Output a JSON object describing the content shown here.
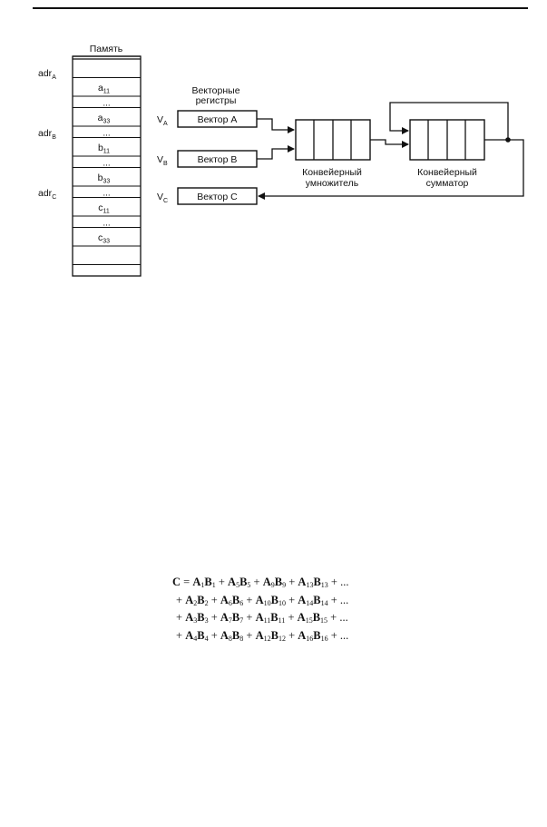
{
  "memory": {
    "title": "Память",
    "cells": [
      "a",
      "...",
      "a",
      "...",
      "b",
      "...",
      "b",
      "...",
      "c",
      "...",
      "c"
    ],
    "cell_subs": [
      "11",
      "",
      "33",
      "",
      "11",
      "",
      "33",
      "",
      "11",
      "",
      "33"
    ],
    "addresses": [
      {
        "label": "adr",
        "sub": "A"
      },
      {
        "label": "adr",
        "sub": "B"
      },
      {
        "label": "adr",
        "sub": "C"
      }
    ]
  },
  "registers": {
    "title_line1": "Векторные",
    "title_line2": "регистры",
    "items": [
      {
        "prefix": "V",
        "sub": "A",
        "label": "Вектор A"
      },
      {
        "prefix": "V",
        "sub": "B",
        "label": "Вектор B"
      },
      {
        "prefix": "V",
        "sub": "C",
        "label": "Вектор C"
      }
    ]
  },
  "multiplier": {
    "line1": "Конвейерный",
    "line2": "умножитель"
  },
  "adder": {
    "line1": "Конвейерный",
    "line2": "сумматор"
  },
  "formula": {
    "lhs": "C",
    "eq": " = ",
    "plus": " + ",
    "ellipsis": " + ...",
    "lines": [
      [
        [
          "1",
          "1"
        ],
        [
          "5",
          "5"
        ],
        [
          "9",
          "9"
        ],
        [
          "13",
          "13"
        ]
      ],
      [
        [
          "2",
          "2"
        ],
        [
          "6",
          "6"
        ],
        [
          "10",
          "10"
        ],
        [
          "14",
          "14"
        ]
      ],
      [
        [
          "3",
          "3"
        ],
        [
          "7",
          "7"
        ],
        [
          "11",
          "11"
        ],
        [
          "15",
          "15"
        ]
      ],
      [
        [
          "4",
          "4"
        ],
        [
          "8",
          "8"
        ],
        [
          "12",
          "12"
        ],
        [
          "16",
          "16"
        ]
      ]
    ],
    "a": "A",
    "b": "B"
  }
}
